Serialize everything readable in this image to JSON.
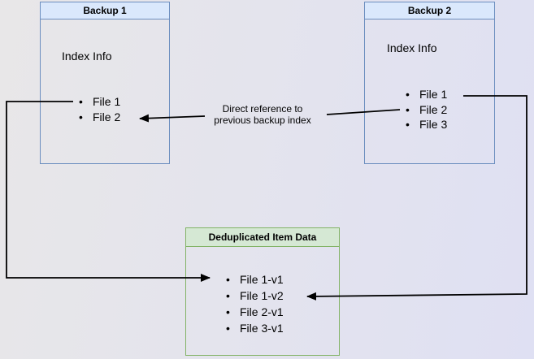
{
  "colors": {
    "background_left": "#e8e7e8",
    "background_right": "#dfe0f3",
    "blue_fill": "#dae8fc",
    "blue_stroke": "#6c8ebf",
    "green_fill": "#d5e8d4",
    "green_stroke": "#82b366",
    "connector": "#000000",
    "text": "#000000"
  },
  "boxes": {
    "backup1": {
      "title": "Backup 1",
      "subtitle": "Index Info",
      "items": [
        "File 1",
        "File 2"
      ]
    },
    "backup2": {
      "title": "Backup 2",
      "subtitle": "Index Info",
      "items": [
        "File 1",
        "File 2",
        "File 3"
      ]
    },
    "dedup": {
      "title": "Deduplicated Item Data",
      "items": [
        "File 1-v1",
        "File 1-v2",
        "File 2-v1",
        "File 3-v1"
      ]
    }
  },
  "edge_label": {
    "line1": "Direct reference to",
    "line2": "previous backup index"
  }
}
